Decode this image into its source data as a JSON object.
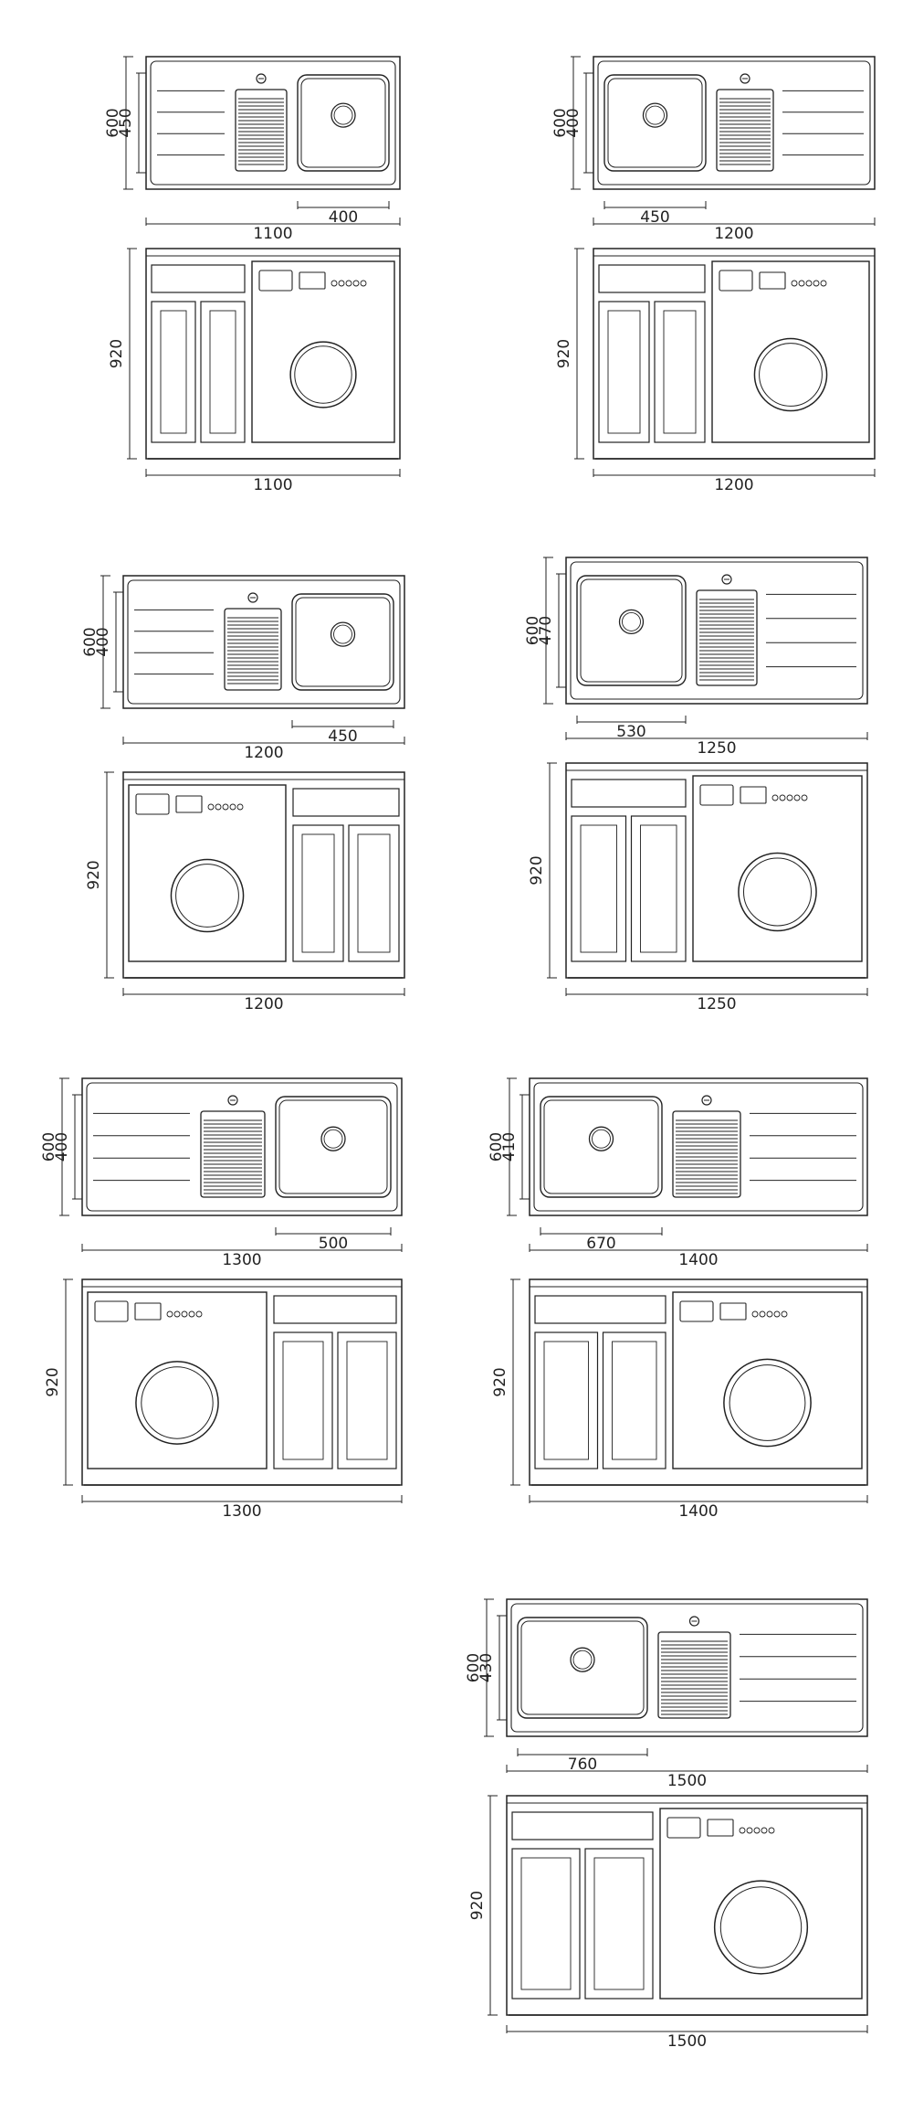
{
  "units": [
    {
      "id": "unit-1100",
      "sink_side": "right",
      "washer_side": "right",
      "top_view": {
        "depth": "600",
        "basin_depth": "450",
        "basin_width": "400",
        "total_width": "1100"
      },
      "front_view": {
        "height": "920",
        "total_width": "1100"
      }
    },
    {
      "id": "unit-1200-a",
      "sink_side": "left",
      "washer_side": "right",
      "top_view": {
        "depth": "600",
        "basin_depth": "400",
        "basin_width": "450",
        "total_width": "1200"
      },
      "front_view": {
        "height": "920",
        "total_width": "1200"
      }
    },
    {
      "id": "unit-1200-b",
      "sink_side": "right",
      "washer_side": "left",
      "top_view": {
        "depth": "600",
        "basin_depth": "400",
        "basin_width": "450",
        "total_width": "1200"
      },
      "front_view": {
        "height": "920",
        "total_width": "1200"
      }
    },
    {
      "id": "unit-1250",
      "sink_side": "left",
      "washer_side": "right",
      "top_view": {
        "depth": "600",
        "basin_depth": "470",
        "basin_width": "530",
        "total_width": "1250"
      },
      "front_view": {
        "height": "920",
        "total_width": "1250"
      }
    },
    {
      "id": "unit-1300",
      "sink_side": "right",
      "washer_side": "left",
      "top_view": {
        "depth": "600",
        "basin_depth": "400",
        "basin_width": "500",
        "total_width": "1300"
      },
      "front_view": {
        "height": "920",
        "total_width": "1300"
      }
    },
    {
      "id": "unit-1400",
      "sink_side": "left",
      "washer_side": "right",
      "top_view": {
        "depth": "600",
        "basin_depth": "410",
        "basin_width": "670",
        "total_width": "1400"
      },
      "front_view": {
        "height": "920",
        "total_width": "1400"
      }
    },
    {
      "id": "unit-1500",
      "sink_side": "left",
      "washer_side": "right",
      "top_view": {
        "depth": "600",
        "basin_depth": "430",
        "basin_width": "760",
        "total_width": "1500"
      },
      "front_view": {
        "height": "920",
        "total_width": "1500"
      }
    }
  ],
  "colors": {
    "line": "#222222",
    "background": "#ffffff"
  }
}
